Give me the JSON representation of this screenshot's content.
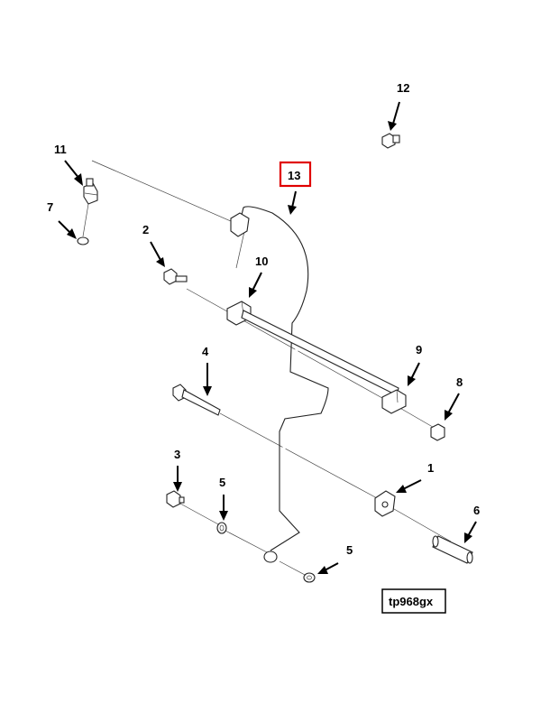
{
  "callouts": {
    "c1": "1",
    "c2": "2",
    "c3": "3",
    "c4": "4",
    "c5a": "5",
    "c5b": "5",
    "c6": "6",
    "c7": "7",
    "c8": "8",
    "c9": "9",
    "c10": "10",
    "c11": "11",
    "c12": "12",
    "c13": "13"
  },
  "highlight_callout": "13",
  "highlight_color": "#e00000",
  "reference_id": "tp968gx"
}
